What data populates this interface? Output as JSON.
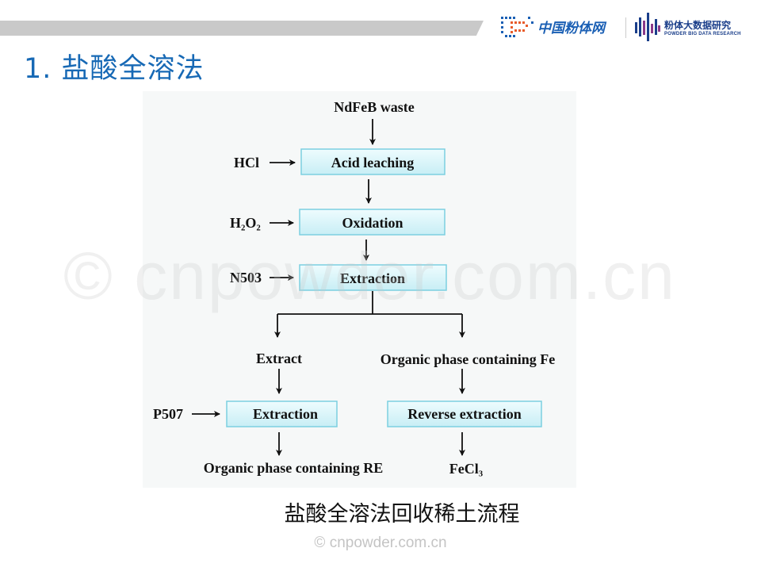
{
  "header": {
    "title": "1. 盐酸全溶法",
    "logo_primary_text": "中国粉体网",
    "logo_secondary_text": "粉体大数据研究",
    "logo_secondary_subtext": "POWDER BIG DATA RESEARCH"
  },
  "diagram": {
    "start": "NdFeB waste",
    "steps": [
      {
        "input": "HCl",
        "label": "Acid leaching"
      },
      {
        "input": "H₂O₂",
        "label": "Oxidation"
      },
      {
        "input": "N503",
        "label": "Extraction"
      }
    ],
    "left_branch": {
      "product": "Extract",
      "input": "P507",
      "label": "Extraction",
      "output": "Organic phase containing RE"
    },
    "right_branch": {
      "product": "Organic phase containing Fe",
      "label": "Reverse extraction",
      "output": "FeCl₃"
    },
    "colors": {
      "box_fill": "#d9f6fa",
      "box_border": "#7ccfe0"
    }
  },
  "caption": "盐酸全溶法回收稀土流程",
  "watermark": "© cnpowder.com.cn",
  "footer": "© cnpowder.com.cn"
}
